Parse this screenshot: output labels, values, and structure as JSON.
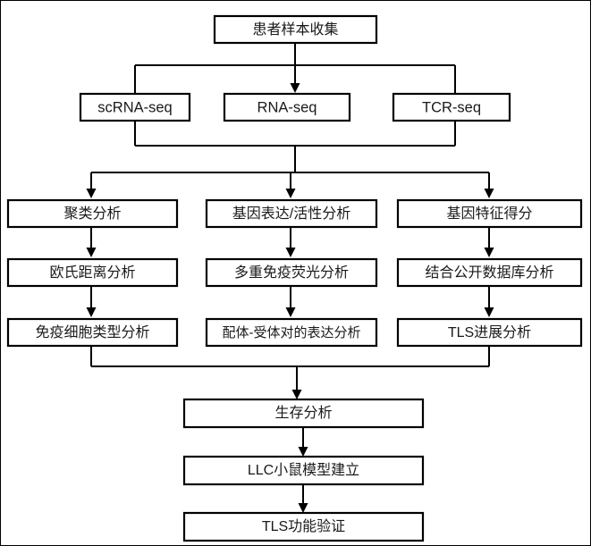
{
  "diagram": {
    "title": "",
    "type": "flowchart",
    "orientation": "top-down",
    "colors": {
      "background": "#ffffff",
      "node_fill": "#ffffff",
      "node_stroke": "#000000",
      "edge_stroke": "#000000",
      "text": "#1a1a1a"
    },
    "nodes": [
      {
        "id": "n1",
        "label": "患者样本收集",
        "row": 1,
        "column": "center",
        "script": "cjk"
      },
      {
        "id": "n2",
        "label": "scRNA-seq",
        "row": 2,
        "column": "left",
        "script": "latin"
      },
      {
        "id": "n3",
        "label": "RNA-seq",
        "row": 2,
        "column": "center",
        "script": "latin"
      },
      {
        "id": "n4",
        "label": "TCR-seq",
        "row": 2,
        "column": "right",
        "script": "latin"
      },
      {
        "id": "n5",
        "label": "聚类分析",
        "row": 3,
        "column": "left",
        "script": "cjk"
      },
      {
        "id": "n6",
        "label": "基因表达/活性分析",
        "row": 3,
        "column": "center",
        "script": "cjk"
      },
      {
        "id": "n7",
        "label": "基因特征得分",
        "row": 3,
        "column": "right",
        "script": "cjk"
      },
      {
        "id": "n8",
        "label": "欧氏距离分析",
        "row": 4,
        "column": "left",
        "script": "cjk"
      },
      {
        "id": "n9",
        "label": "多重免疫荧光分析",
        "row": 4,
        "column": "center",
        "script": "cjk"
      },
      {
        "id": "n10",
        "label": "结合公开数据库分析",
        "row": 4,
        "column": "right",
        "script": "cjk"
      },
      {
        "id": "n11",
        "label": "免疫细胞类型分析",
        "row": 5,
        "column": "left",
        "script": "cjk"
      },
      {
        "id": "n12",
        "label": "配体-受体对的表达分析",
        "row": 5,
        "column": "center",
        "script": "cjk"
      },
      {
        "id": "n13",
        "label": "TLS进展分析",
        "row": 5,
        "column": "right",
        "script": "cjk"
      },
      {
        "id": "n14",
        "label": "生存分析",
        "row": 6,
        "column": "center",
        "script": "cjk"
      },
      {
        "id": "n15",
        "label": "LLC小鼠模型建立",
        "row": 7,
        "column": "center",
        "script": "cjk"
      },
      {
        "id": "n16",
        "label": "TLS功能验证",
        "row": 8,
        "column": "center",
        "script": "cjk"
      }
    ],
    "edges": [
      {
        "from": "n1",
        "to": "n2",
        "style": "split-bus",
        "arrow": false
      },
      {
        "from": "n1",
        "to": "n3",
        "style": "split-bus",
        "arrow": true
      },
      {
        "from": "n1",
        "to": "n4",
        "style": "split-bus",
        "arrow": false
      },
      {
        "from": "n2",
        "to": "bus-a",
        "style": "merge-bus",
        "arrow": false
      },
      {
        "from": "n4",
        "to": "bus-a",
        "style": "merge-bus",
        "arrow": false
      },
      {
        "from": "bus-a",
        "to": "n5",
        "style": "split-bus",
        "arrow": true
      },
      {
        "from": "bus-a",
        "to": "n6",
        "style": "split-bus",
        "arrow": true
      },
      {
        "from": "bus-a",
        "to": "n7",
        "style": "split-bus",
        "arrow": true
      },
      {
        "from": "n5",
        "to": "n8",
        "style": "straight",
        "arrow": true
      },
      {
        "from": "n6",
        "to": "n9",
        "style": "straight",
        "arrow": true
      },
      {
        "from": "n7",
        "to": "n10",
        "style": "straight",
        "arrow": true
      },
      {
        "from": "n8",
        "to": "n11",
        "style": "straight",
        "arrow": true
      },
      {
        "from": "n9",
        "to": "n12",
        "style": "straight",
        "arrow": true
      },
      {
        "from": "n10",
        "to": "n13",
        "style": "straight",
        "arrow": true
      },
      {
        "from": "n11",
        "to": "bus-b",
        "style": "merge-bus",
        "arrow": false
      },
      {
        "from": "n13",
        "to": "bus-b",
        "style": "merge-bus",
        "arrow": false
      },
      {
        "from": "bus-b",
        "to": "n14",
        "style": "straight",
        "arrow": true
      },
      {
        "from": "n14",
        "to": "n15",
        "style": "straight",
        "arrow": true
      },
      {
        "from": "n15",
        "to": "n16",
        "style": "straight",
        "arrow": true
      }
    ]
  }
}
